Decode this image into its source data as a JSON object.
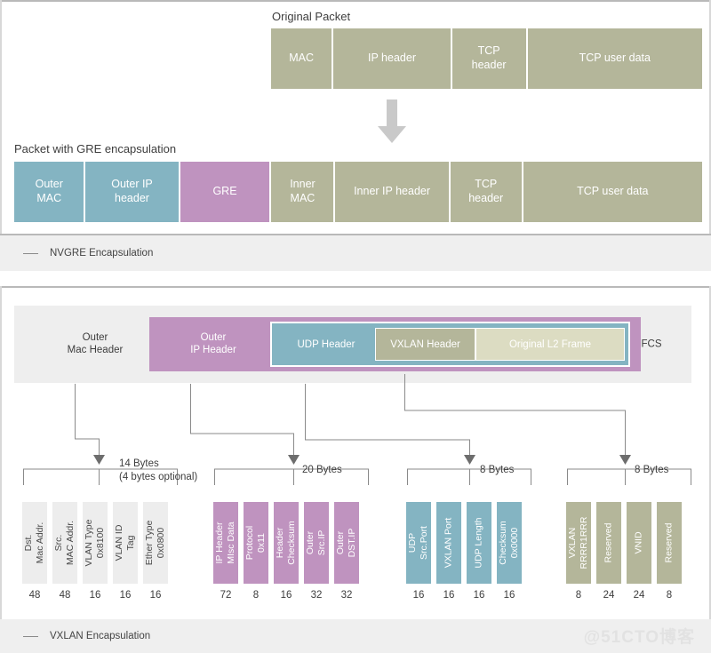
{
  "colors": {
    "olive": "#b4b69a",
    "teal": "#84b4c2",
    "purple": "#bf93bf",
    "pale_olive": "#dcdcc2",
    "band_gray": "#eeeeee",
    "field_gray": "#ededed",
    "caption_bg": "#efefef",
    "rule": "#b9b9b9",
    "connector": "#8a8a8a",
    "arrow_fill": "#c9c9c9",
    "watermark": "#e2e2e2"
  },
  "top_panel": {
    "original": {
      "title": "Original Packet",
      "segments": [
        {
          "label": "MAC",
          "color": "olive",
          "width_pct": 14.5
        },
        {
          "label": "IP header",
          "color": "olive",
          "width_pct": 27.5
        },
        {
          "label": "TCP\nheader",
          "color": "olive",
          "width_pct": 17.5
        },
        {
          "label": "TCP user data",
          "color": "olive",
          "width_pct": 40.5
        }
      ]
    },
    "gre": {
      "title": "Packet with GRE encapsulation",
      "segments": [
        {
          "label": "Outer\nMAC",
          "color": "teal",
          "width_pct": 10.4
        },
        {
          "label": "Outer IP\nheader",
          "color": "teal",
          "width_pct": 13.7
        },
        {
          "label": "GRE",
          "color": "purple",
          "width_pct": 13.3
        },
        {
          "label": "Inner\nMAC",
          "color": "olive",
          "width_pct": 9.3
        },
        {
          "label": "Inner IP header",
          "color": "olive",
          "width_pct": 16.7
        },
        {
          "label": "TCP\nheader",
          "color": "olive",
          "width_pct": 10.6
        },
        {
          "label": "TCP user data",
          "color": "olive",
          "width_pct": 26.0
        }
      ]
    },
    "flow_arrow_icon": "arrow-down-icon",
    "caption": "NVGRE Encapsulation"
  },
  "bottom_panel": {
    "band": {
      "outer_mac_header": "Outer\nMac Header",
      "outer_ip_header": "Outer\nIP Header",
      "udp_header": "UDP Header",
      "vxlan_header": "VXLAN Header",
      "original_l2_frame": "Original L2 Frame",
      "fcs": "FCS"
    },
    "size_labels": [
      {
        "id": "bytes-14",
        "text": "14 Bytes\n(4 bytes optional)"
      },
      {
        "id": "bytes-20",
        "text": "20 Bytes"
      },
      {
        "id": "bytes-8a",
        "text": "8 Bytes"
      },
      {
        "id": "bytes-8b",
        "text": "8 Bytes"
      }
    ],
    "field_groups": [
      {
        "name": "outer-mac-fields",
        "color": "field_gray",
        "fields": [
          {
            "label": "Dst.\nMac Addr.",
            "bits": "48"
          },
          {
            "label": "Src.\nMAC Addr.",
            "bits": "48"
          },
          {
            "label": "VLAN Type\n0x8100",
            "bits": "16"
          },
          {
            "label": "VLAN ID\nTag",
            "bits": "16"
          },
          {
            "label": "Ether Type\n0x0800",
            "bits": "16"
          }
        ]
      },
      {
        "name": "outer-ip-fields",
        "color": "purple",
        "fields": [
          {
            "label": "IP Header\nMIsc Data",
            "bits": "72"
          },
          {
            "label": "Protocol\n0x11",
            "bits": "8"
          },
          {
            "label": "Header\nChecksum",
            "bits": "16"
          },
          {
            "label": "Outer\nSrc.IP",
            "bits": "32"
          },
          {
            "label": "Outer\nDST.IP",
            "bits": "32"
          }
        ]
      },
      {
        "name": "udp-fields",
        "color": "teal",
        "fields": [
          {
            "label": "UDP\nSrc.Port",
            "bits": "16"
          },
          {
            "label": "VXLAN Port",
            "bits": "16"
          },
          {
            "label": "UDP Length",
            "bits": "16"
          },
          {
            "label": "Checksum\n0x0000",
            "bits": "16"
          }
        ]
      },
      {
        "name": "vxlan-fields",
        "color": "olive",
        "fields": [
          {
            "label": "VXLAN\nRRRR1RRR",
            "bits": "8"
          },
          {
            "label": "Reserved",
            "bits": "24"
          },
          {
            "label": "VNID",
            "bits": "24"
          },
          {
            "label": "Reserved",
            "bits": "8"
          }
        ]
      }
    ],
    "caption": "VXLAN Encapsulation"
  },
  "watermark": "@51CTO博客"
}
